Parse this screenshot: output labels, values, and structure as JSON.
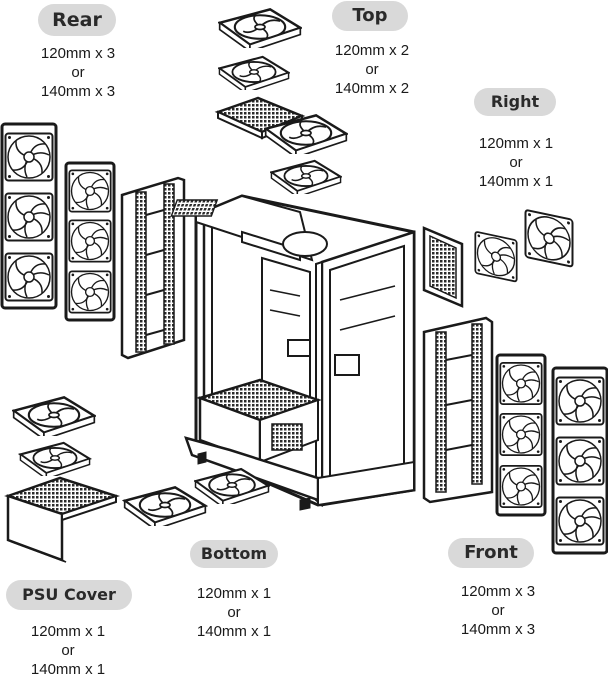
{
  "labels": {
    "rear": {
      "title": "Rear",
      "line1": "120mm x 3",
      "or": "or",
      "line2": "140mm x 3"
    },
    "top": {
      "title": "Top",
      "line1": "120mm x 2",
      "or": "or",
      "line2": "140mm x 2"
    },
    "right": {
      "title": "Right",
      "line1": "120mm x 1",
      "or": "or",
      "line2": "140mm x 1"
    },
    "bottom": {
      "title": "Bottom",
      "line1": "120mm x 1",
      "or": "or",
      "line2": "140mm x 1"
    },
    "front": {
      "title": "Front",
      "line1": "120mm x 3",
      "or": "or",
      "line2": "140mm x 3"
    },
    "psu": {
      "title": "PSU Cover",
      "line1": "120mm x 1",
      "or": "or",
      "line2": "140mm x 1"
    }
  },
  "colors": {
    "line": "#1a1a1a",
    "pill": "#d9d9d9",
    "mesh": "#2b2b2b",
    "panel": "#ffffff"
  }
}
